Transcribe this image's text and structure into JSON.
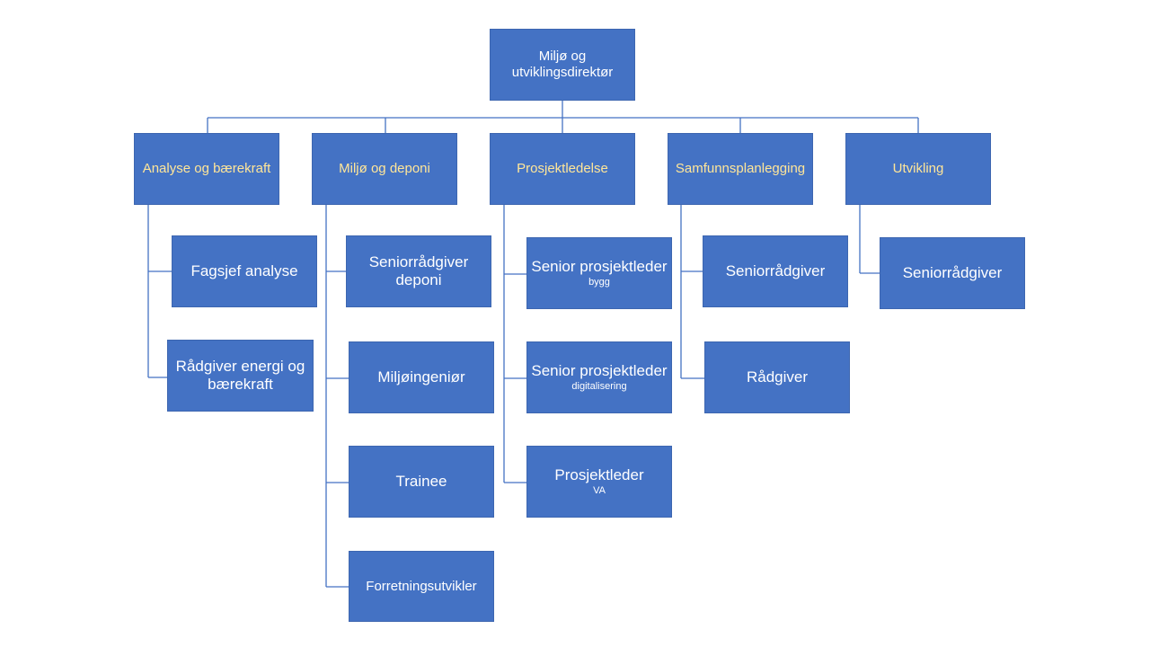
{
  "top": {
    "label": "Miljø og utviklingsdirektør"
  },
  "departments": [
    {
      "label": "Analyse og bærekraft",
      "roles": [
        {
          "label": "Fagsjef analyse"
        },
        {
          "label": "Rådgiver energi og bærekraft"
        }
      ]
    },
    {
      "label": "Miljø og deponi",
      "roles": [
        {
          "label": "Seniorrådgiver deponi"
        },
        {
          "label": "Miljøingeniør"
        },
        {
          "label": "Trainee"
        },
        {
          "label": "Forretningsutvikler"
        }
      ]
    },
    {
      "label": "Prosjektledelse",
      "roles": [
        {
          "label": "Senior prosjektleder",
          "sub": "bygg"
        },
        {
          "label": "Senior prosjektleder",
          "sub": "digitalisering"
        },
        {
          "label": "Prosjektleder",
          "sub": "VA"
        }
      ]
    },
    {
      "label": "Samfunnsplanlegging",
      "roles": [
        {
          "label": "Seniorrådgiver"
        },
        {
          "label": "Rådgiver"
        }
      ]
    },
    {
      "label": "Utvikling",
      "roles": [
        {
          "label": "Seniorrådgiver"
        }
      ]
    }
  ],
  "colors": {
    "box": "#4472C4",
    "line": "#4472C4",
    "dept_text": "#FFE699",
    "role_text": "#FFFFFF"
  }
}
